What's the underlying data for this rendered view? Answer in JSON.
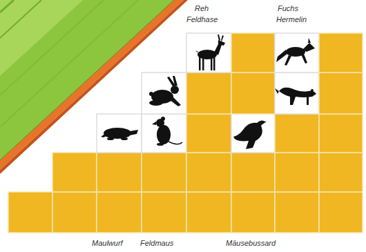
{
  "diagram": {
    "labels": [
      "Reh",
      "Feldhase",
      "Fuchs",
      "Hermelin",
      "Maulwurf",
      "Feldmaus",
      "Mäusebussard"
    ]
  }
}
